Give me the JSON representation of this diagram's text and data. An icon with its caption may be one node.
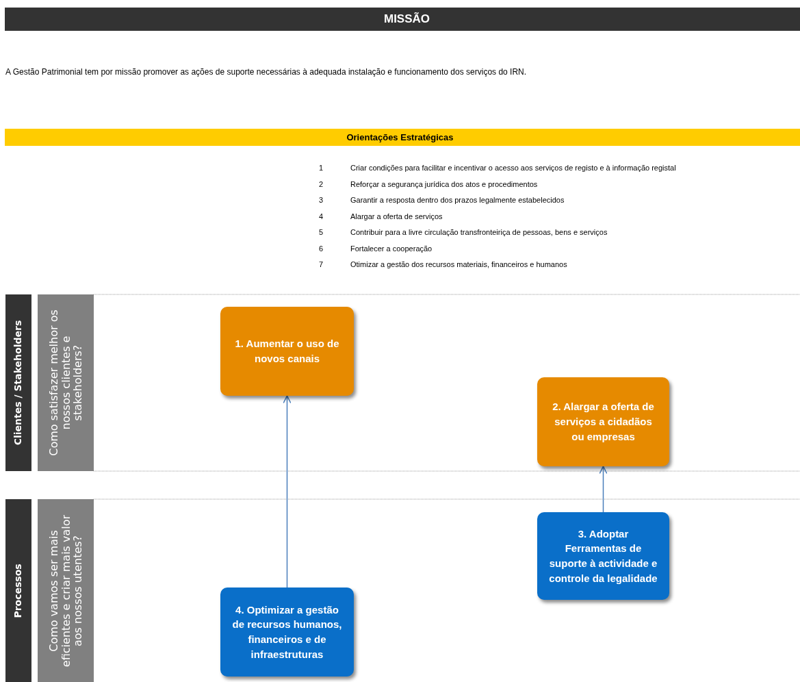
{
  "diagram": {
    "title": "MISSÃO",
    "nodes": [
      {
        "text": [
          "Clientes / Stakeholders"
        ]
      },
      {
        "text": [
          "Como satisfazer melhor os nossos clientes e stakeholders?"
        ]
      },
      {
        "text": [
          "1. Aumentar o uso de novos canais"
        ]
      },
      {
        "text": [
          "2. Alargar a oferta de serviços a cidadãos ou empresas"
        ]
      },
      {
        "text": [
          "Processos"
        ]
      },
      {
        "text": [
          "Como vamos ser mais eficientes e criar mais valor aos nossos utentes?"
        ]
      },
      {
        "text": [
          "3. Adoptar Ferramentas de suporte à actividade e controle da legalidade"
        ]
      },
      {
        "text": [
          "4. Optimizar a gestão de recursos humanos, financeiros e de infraestruturas"
        ]
      }
    ],
    "edges": [
      {
        "from": 7,
        "to": 2,
        "arrow": "to"
      },
      {
        "from": 6,
        "to": 3,
        "arrow": "to"
      }
    ],
    "labels": [
      "A Gestão Patrimonial tem por missão promover as ações de suporte necessárias à adequada instalação e funcionamento dos serviços do IRN.",
      "Orientações Estratégicas",
      "1",
      "Criar condições para facilitar e incentivar o acesso aos serviços de registo e à informação registal",
      "2",
      "Reforçar a segurança jurídica dos atos e procedimentos",
      "3",
      "Garantir a resposta dentro dos prazos legalmente estabelecidos",
      "4",
      "Alargar a oferta de serviços",
      "5",
      "Contribuir para a livre circulação transfronteiriça de pessoas, bens e serviços",
      "6",
      "Fortalecer a cooperação",
      "7",
      "Otimizar a gestão dos recursos materiais, financeiros e humanos"
    ]
  }
}
